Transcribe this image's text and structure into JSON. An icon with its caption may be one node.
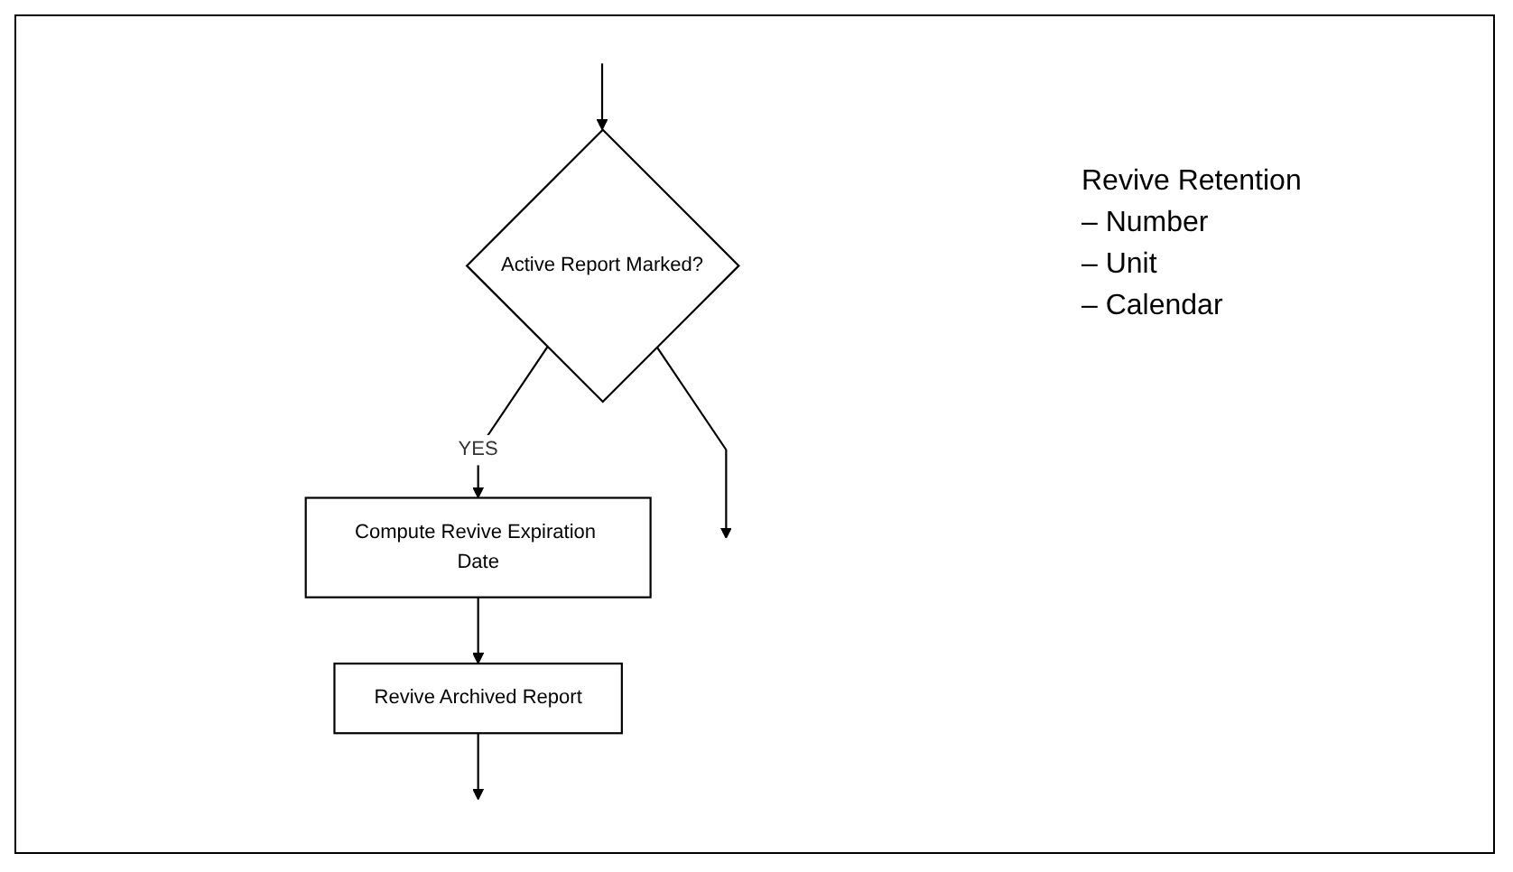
{
  "diagram": {
    "nodes": [
      {
        "text": [
          "Active Report Marked?"
        ]
      },
      {
        "text": [
          "Compute Revive Expiration Date"
        ]
      },
      {
        "text": [
          "Revive Archived Report"
        ]
      }
    ],
    "edges": [
      {
        "from": null,
        "to": 0,
        "arrow": "to"
      },
      {
        "from": 0,
        "to": 1,
        "label": "YES",
        "arrow": "to"
      },
      {
        "from": 1,
        "to": 2,
        "arrow": "to"
      },
      {
        "from": 2,
        "to": null,
        "arrow": "to"
      },
      {
        "from": 0,
        "to": null,
        "arrow": "to"
      }
    ],
    "labels": [
      "Revive Retention",
      "– Number",
      "– Unit",
      "– Calendar"
    ]
  }
}
